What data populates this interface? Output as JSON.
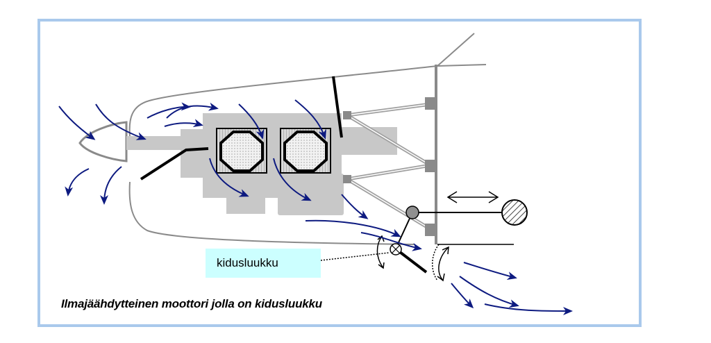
{
  "diagram": {
    "caption": "Ilmajäähdytteinen moottori jolla on kidusluukku",
    "component_label": "kidusluukku",
    "colors": {
      "frame_border": "#a9c9ec",
      "airflow_arrow": "#0d1a80",
      "engine_block": "#c8c8c8",
      "cowling": "#8a8a8a",
      "label_bg": "#ccffff",
      "weight_hatch": "#333333"
    },
    "icons": [
      "airflow-arrow",
      "cylinder-icon",
      "double-arrow-icon",
      "rotation-arrow-icon",
      "hatched-weight-icon"
    ]
  }
}
